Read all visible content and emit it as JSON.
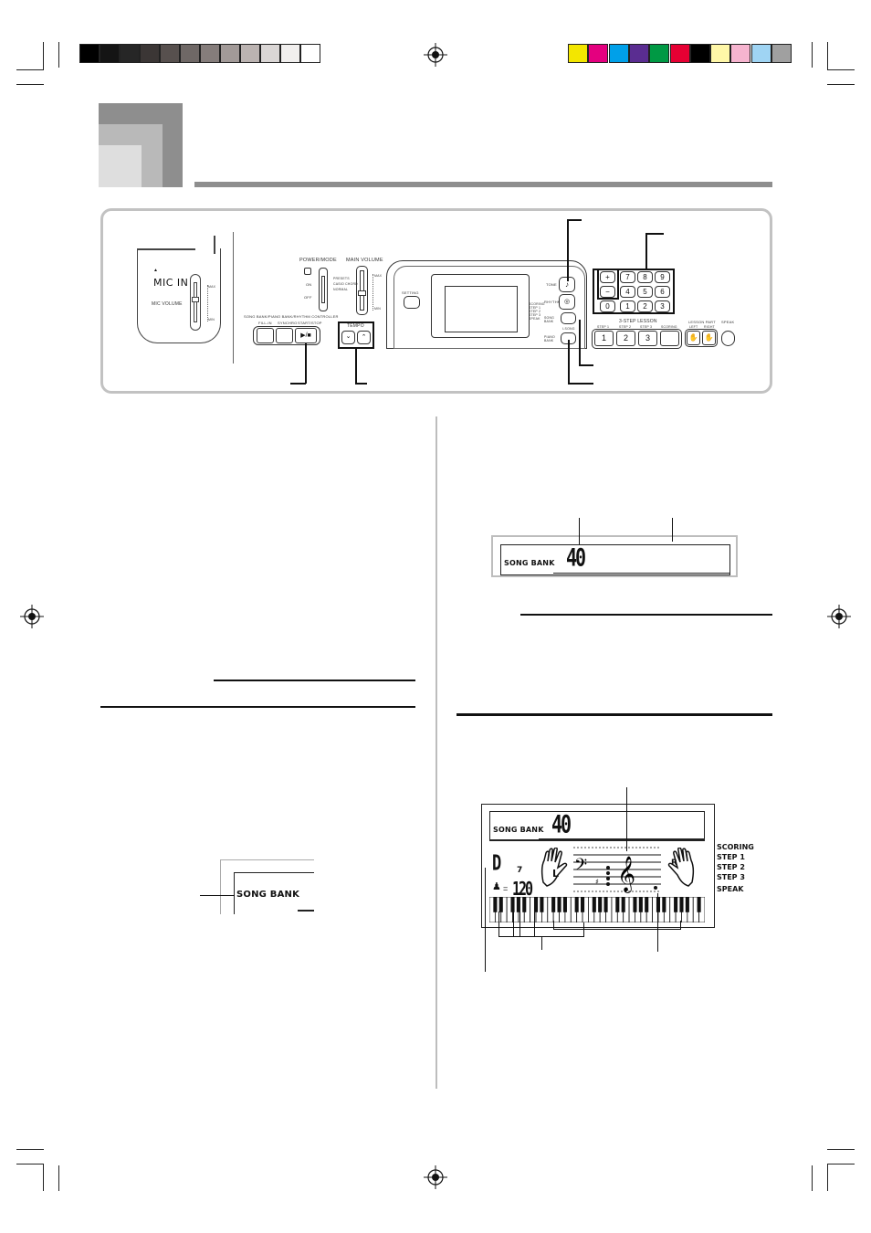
{
  "print_marks": {
    "gray_swatches": [
      "#000000",
      "#141414",
      "#262626",
      "#3b3635",
      "#57504e",
      "#6f6866",
      "#857d7b",
      "#a29a98",
      "#bbb3b1",
      "#dad6d5",
      "#f1efee",
      "#ffffff"
    ],
    "color_swatches": [
      "#f3e600",
      "#e4007f",
      "#00a0e9",
      "#5a2d91",
      "#009944",
      "#e60033",
      "#000000",
      "#fff7a8",
      "#f6b4cf",
      "#9fd4f3",
      "#a0a0a0"
    ]
  },
  "header": {
    "accent": "#8e8e8e"
  },
  "keyboard_panel": {
    "mic_in": "MIC IN",
    "mic_volume": "MIC VOLUME",
    "power_mode": "POWER/MODE",
    "power_on": "ON",
    "power_off": "OFF",
    "mode_options": [
      "PRESETS",
      "CASIO CHORD",
      "NORMAL"
    ],
    "main_volume": "MAIN VOLUME",
    "volume_max": "MAX",
    "volume_min": "MIN",
    "controller": "SONG BANK/PIANO BANK/RHYTHM CONTROLLER",
    "fill_in": "FILL-IN",
    "synchro": "SYNCHRO",
    "start_stop": "START/STOP",
    "start_stop_symbol": "▶/■",
    "tempo": "TEMPO",
    "setting": "SETTING",
    "tone": "TONE",
    "rhythm": "RHYTHM",
    "song_bank": "SONG BANK",
    "piano_bank": "PIANO BANK",
    "i_song": "I-SONG",
    "lcd_side": [
      "SCORING",
      "STEP 1",
      "STEP 2",
      "STEP 3",
      "SPEAK"
    ],
    "numpad_plus": "+",
    "numpad_minus": "−",
    "numpad_keys": [
      "7",
      "8",
      "9",
      "4",
      "5",
      "6",
      "0",
      "1",
      "2",
      "3"
    ],
    "lesson_title": "3-STEP LESSON",
    "lesson_labels": [
      "STEP 1",
      "STEP 2",
      "STEP 3",
      "SCORING"
    ],
    "lesson_keys": [
      "1",
      "2",
      "3"
    ],
    "lesson_part": "LESSON PART",
    "left": "LEFT",
    "right": "RIGHT",
    "speak": "SPEAK"
  },
  "display_small": {
    "label": "SONG BANK",
    "number": "40"
  },
  "display_crop": {
    "label": "SONG BANK"
  },
  "display_large": {
    "label": "SONG BANK",
    "number": "40",
    "chord": "D",
    "beat": "7",
    "tempo": "120",
    "hand_left": "L",
    "hand_right": "R",
    "side": [
      "SCORING",
      "STEP 1",
      "STEP 2",
      "STEP 3",
      "SPEAK"
    ]
  }
}
